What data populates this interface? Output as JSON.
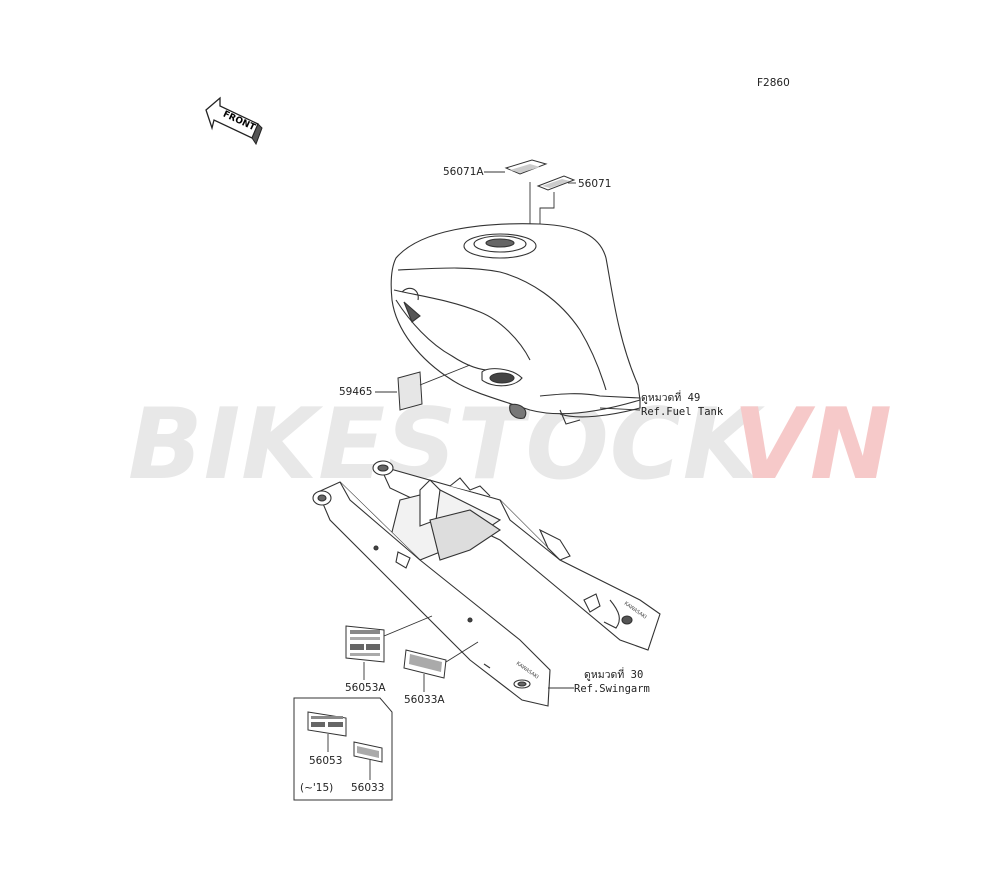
{
  "figure_code": "F2860",
  "front_label": "FRONT",
  "watermark": {
    "part1": "BIKESTOCK",
    "part2": "VN"
  },
  "parts": {
    "p56071A": "56071A",
    "p56071": "56071",
    "p59465": "59465",
    "p56053A": "56053A",
    "p56033A": "56033A",
    "p56053": "56053",
    "p56033": "56033"
  },
  "refs": {
    "fuel_tank_thai": "ดูหมวดที่ 49",
    "fuel_tank": "Ref.Fuel Tank",
    "swingarm_thai": "ดูหมวดที่ 30",
    "swingarm": "Ref.Swingarm"
  },
  "inset_note": "(~'15)",
  "colors": {
    "watermark_gray": "#e8e8e8",
    "watermark_red": "#f6c9c9",
    "line": "#333333"
  }
}
